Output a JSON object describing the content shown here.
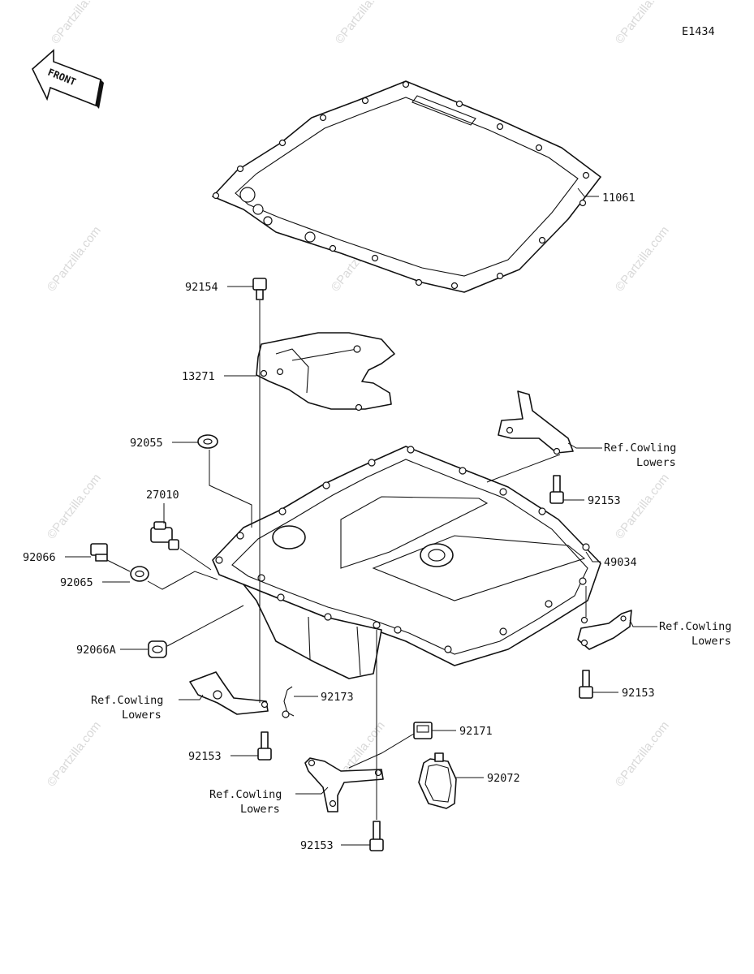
{
  "diagram_code": "E1434",
  "front_label": "FRONT",
  "watermark": "©Partzilla.com",
  "parts": {
    "p11061": "11061",
    "p92154": "92154",
    "p13271": "13271",
    "p92055": "92055",
    "p27010": "27010",
    "p92066": "92066",
    "p92065": "92065",
    "p92066A": "92066A",
    "p49034": "49034",
    "p92153_a": "92153",
    "p92153_b": "92153",
    "p92153_c": "92153",
    "p92153_d": "92153",
    "p92173": "92173",
    "p92171": "92171",
    "p92072": "92072"
  },
  "refs": {
    "ref_a_line1": "Ref.Cowling",
    "ref_a_line2": "Lowers",
    "ref_b_line1": "Ref.Cowling",
    "ref_b_line2": "Lowers",
    "ref_c_line1": "Ref.Cowling",
    "ref_c_line2": "Lowers",
    "ref_d_line1": "Ref.Cowling",
    "ref_d_line2": "Lowers"
  }
}
